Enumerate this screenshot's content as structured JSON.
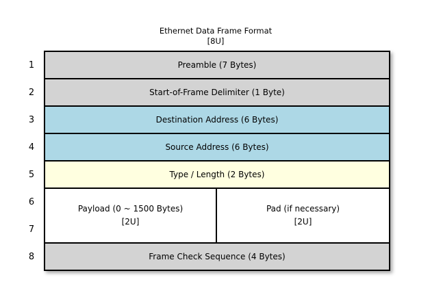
{
  "title": {
    "line1": "Ethernet Data Frame Format",
    "line2": "[8U]"
  },
  "colors": {
    "gray": "#d3d3d3",
    "blue": "#add8e6",
    "yellow": "#ffffe0",
    "white": "#ffffff",
    "border": "#000000"
  },
  "rows": [
    {
      "num": "1",
      "label": "Preamble (7 Bytes)",
      "color": "gray"
    },
    {
      "num": "2",
      "label": "Start-of-Frame Delimiter (1 Byte)",
      "color": "gray"
    },
    {
      "num": "3",
      "label": "Destination Address (6 Bytes)",
      "color": "blue"
    },
    {
      "num": "4",
      "label": "Source Address (6 Bytes)",
      "color": "blue"
    },
    {
      "num": "5",
      "label": "Type / Length (2 Bytes)",
      "color": "yellow"
    }
  ],
  "payload_row": {
    "row_nums": [
      "6",
      "7"
    ],
    "color": "white",
    "cells": [
      {
        "line1": "Payload (0 ~ 1500 Bytes)",
        "line2": "[2U]"
      },
      {
        "line1": "Pad (if necessary)",
        "line2": "[2U]"
      }
    ]
  },
  "fcs_row": {
    "num": "8",
    "label": "Frame Check Sequence (4 Bytes)",
    "color": "gray"
  }
}
